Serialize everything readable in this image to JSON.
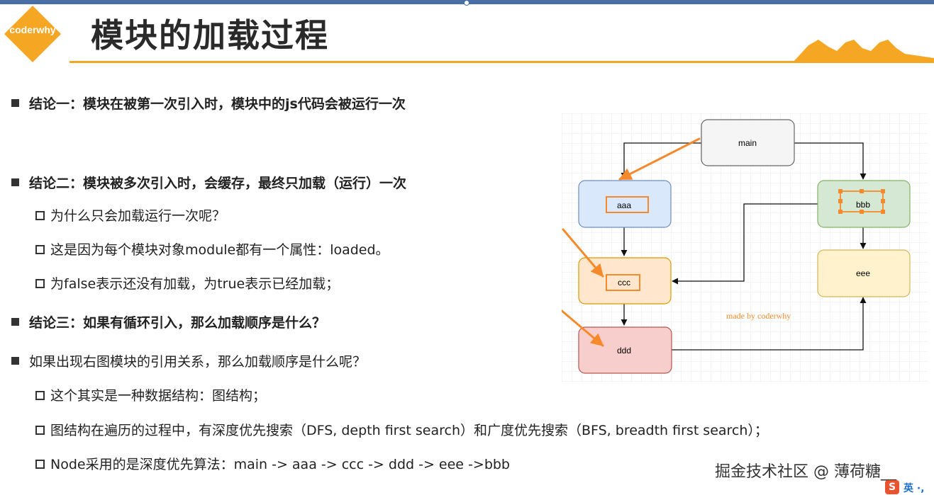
{
  "header": {
    "logo_text": "coderwhy",
    "title": "模块的加载过程",
    "accent_color": "#f5a623"
  },
  "bullets": {
    "c1": "结论一：模块在被第一次引入时，模块中的js代码会被运行一次",
    "c2": "结论二：模块被多次引入时，会缓存，最终只加载（运行）一次",
    "c2_sub1": "为什么只会加载运行一次呢？",
    "c2_sub2": "这是因为每个模块对象module都有一个属性：loaded。",
    "c2_sub3": "为false表示还没有加载，为true表示已经加载；",
    "c3": "结论三：如果有循环引入，那么加载顺序是什么？",
    "q": "如果出现右图模块的引用关系，那么加载顺序是什么呢？",
    "q_sub1": "这个其实是一种数据结构：图结构；",
    "q_sub2": "图结构在遍历的过程中，有深度优先搜索（DFS, depth first search）和广度优先搜索（BFS, breadth first search）；",
    "q_sub3": "Node采用的是深度优先算法：main -> aaa -> ccc -> ddd -> eee ->bbb"
  },
  "diagram": {
    "nodes": {
      "main": "main",
      "aaa": "aaa",
      "bbb": "bbb",
      "ccc": "ccc",
      "ddd": "ddd",
      "eee": "eee"
    },
    "credit": "made by coderwhy",
    "colors": {
      "main": "#f5f5f5",
      "aaa": "#dae8fc",
      "bbb": "#d5e8d4",
      "ccc": "#ffe6cc",
      "ddd": "#f8cecc",
      "eee": "#fff2cc",
      "arrow_highlight": "#f58a2d"
    }
  },
  "footer": {
    "watermark": "掘金技术社区 @ 薄荷糖__",
    "ime_logo": "S",
    "ime_label": "英 ·,"
  }
}
